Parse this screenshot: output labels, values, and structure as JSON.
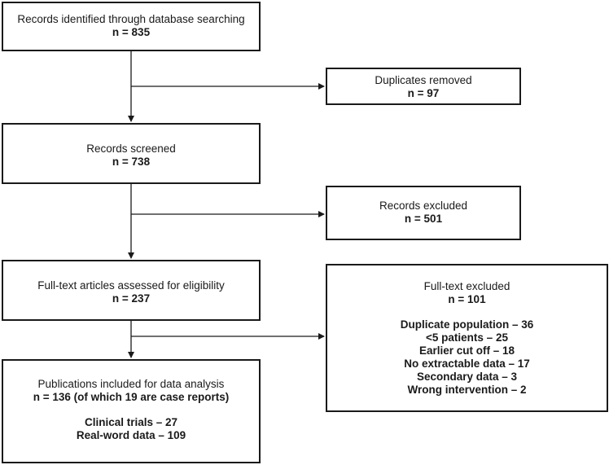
{
  "boxes": {
    "identified": {
      "title": "Records identified through database searching",
      "count": "n = 835"
    },
    "duplicates": {
      "title": "Duplicates removed",
      "count": "n = 97"
    },
    "screened": {
      "title": "Records screened",
      "count": "n = 738"
    },
    "excluded": {
      "title": "Records excluded",
      "count": "n = 501"
    },
    "fulltext": {
      "title": "Full-text articles assessed for eligibility",
      "count": "n = 237"
    },
    "fulltext_excluded": {
      "title": "Full-text excluded",
      "count": "n = 101",
      "reasons": [
        "Duplicate population – 36",
        "<5 patients – 25",
        "Earlier cut off – 18",
        "No extractable data – 17",
        "Secondary data – 3",
        "Wrong intervention – 2"
      ]
    },
    "included": {
      "title": "Publications included for data analysis",
      "count": "n = 136 (of which 19 are case reports)",
      "breakdown": [
        "Clinical trials – 27",
        "Real-word data – 109"
      ]
    }
  }
}
